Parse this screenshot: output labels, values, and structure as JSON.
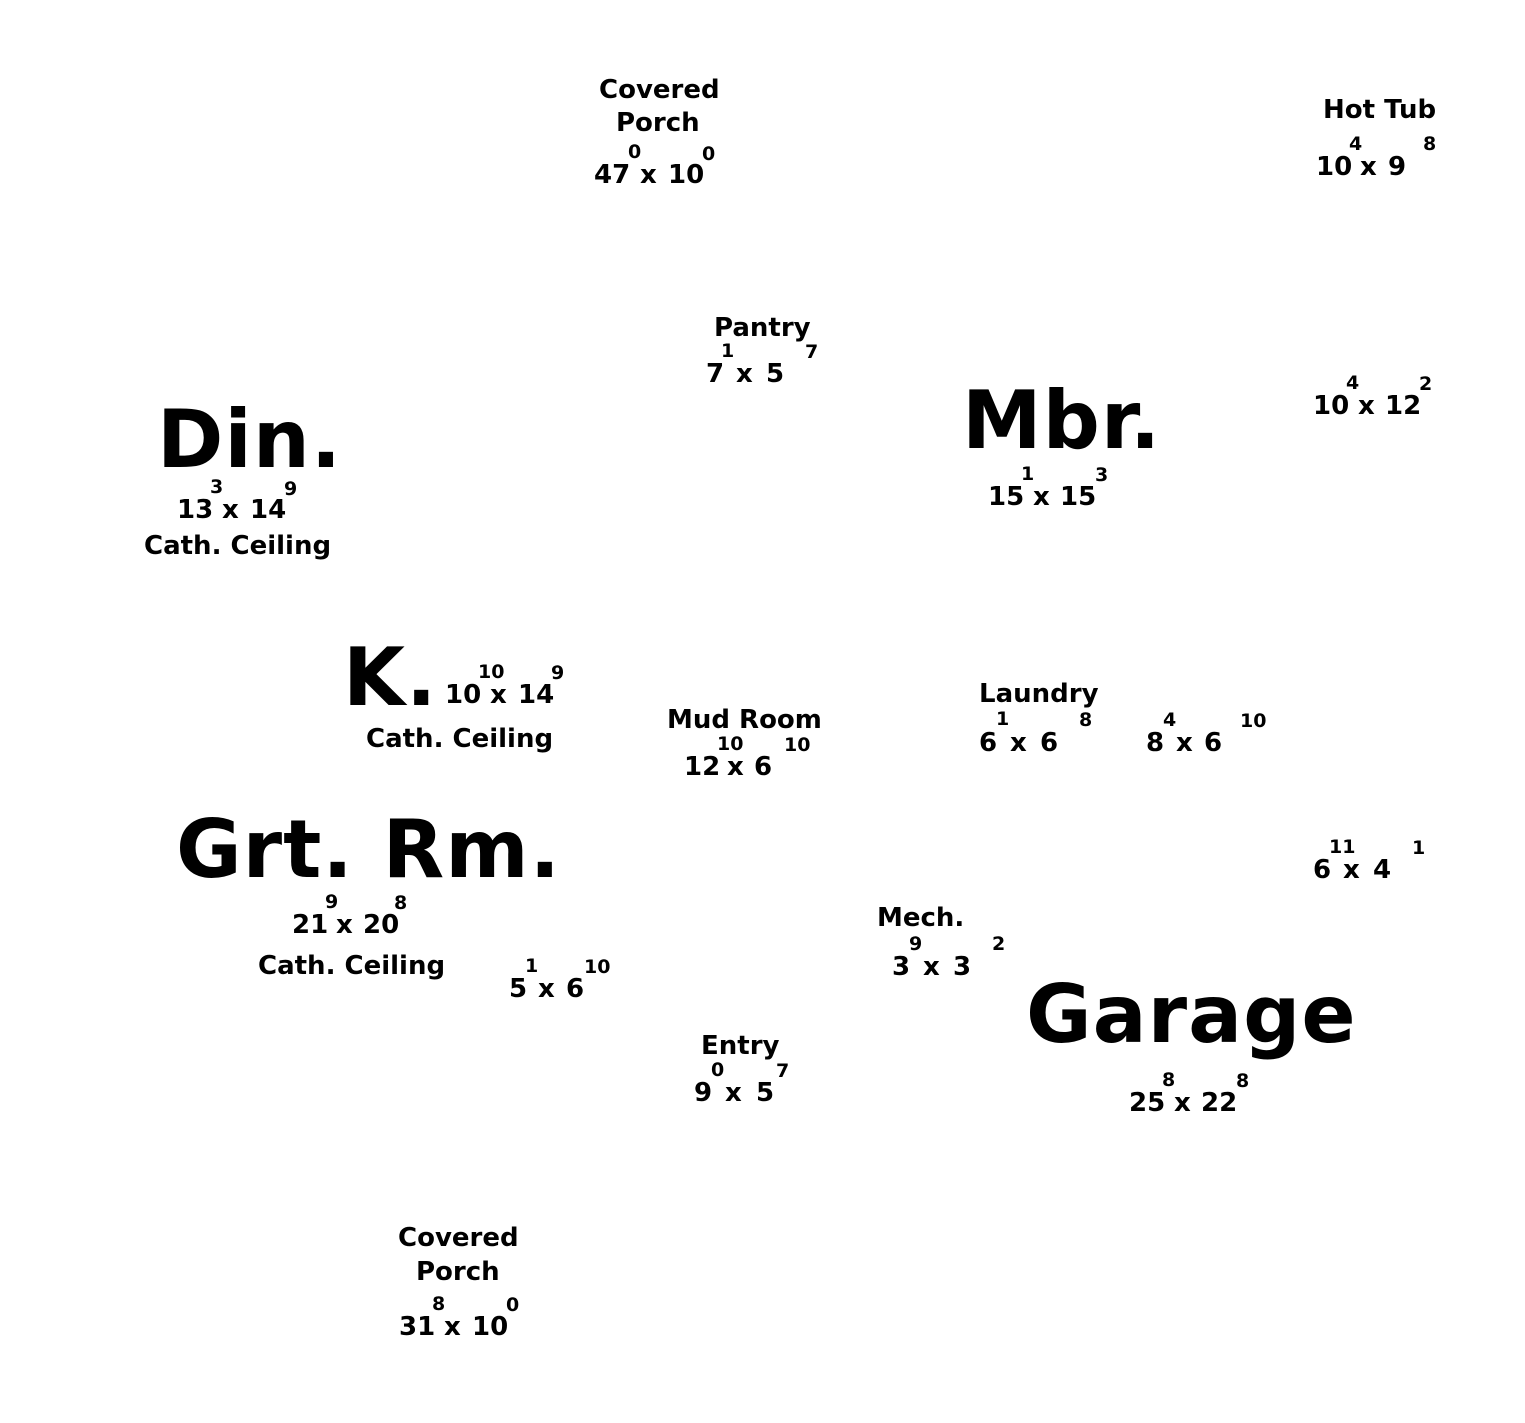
{
  "rooms": {
    "porch_top": {
      "name_line1": "Covered",
      "name_line2": "Porch",
      "w": "47",
      "w_in": "0",
      "x": "x",
      "d": "10",
      "d_in": "0"
    },
    "hot_tub": {
      "name": "Hot Tub",
      "w": "10",
      "w_in": "4",
      "x": "x",
      "d": "9",
      "d_in": "8"
    },
    "pantry": {
      "name": "Pantry",
      "w": "7",
      "w_in": "1",
      "x": "x",
      "d": "5",
      "d_in": "7"
    },
    "dining": {
      "name": "Din.",
      "w": "13",
      "w_in": "3",
      "x": "x",
      "d": "14",
      "d_in": "9",
      "note": "Cath. Ceiling"
    },
    "master_bedroom": {
      "name": "Mbr.",
      "w": "15",
      "w_in": "1",
      "x": "x",
      "d": "15",
      "d_in": "3"
    },
    "mbr_side": {
      "w": "10",
      "w_in": "4",
      "x": "x",
      "d": "12",
      "d_in": "2"
    },
    "kitchen": {
      "name": "K.",
      "w": "10",
      "w_in": "10",
      "x": "x",
      "d": "14",
      "d_in": "9",
      "note": "Cath. Ceiling"
    },
    "mud_room": {
      "name": "Mud Room",
      "w": "12",
      "w_in": "10",
      "x": "x",
      "d": "6",
      "d_in": "10"
    },
    "laundry": {
      "name": "Laundry",
      "w": "6",
      "w_in": "1",
      "x": "x",
      "d": "6",
      "d_in": "8"
    },
    "laundry_side": {
      "w": "8",
      "w_in": "4",
      "x": "x",
      "d": "6",
      "d_in": "10"
    },
    "great_room": {
      "name": "Grt. Rm.",
      "w": "21",
      "w_in": "9",
      "x": "x",
      "d": "20",
      "d_in": "8",
      "note": "Cath. Ceiling"
    },
    "closet_right": {
      "w": "6",
      "w_in": "11",
      "x": "x",
      "d": "4",
      "d_in": "1"
    },
    "mech": {
      "name": "Mech.",
      "w": "3",
      "w_in": "9",
      "x": "x",
      "d": "3",
      "d_in": "2"
    },
    "closet_grt": {
      "w": "5",
      "w_in": "1",
      "x": "x",
      "d": "6",
      "d_in": "10"
    },
    "garage": {
      "name": "Garage",
      "w": "25",
      "w_in": "8",
      "x": "x",
      "d": "22",
      "d_in": "8"
    },
    "entry": {
      "name": "Entry",
      "w": "9",
      "w_in": "0",
      "x": "x",
      "d": "5",
      "d_in": "7"
    },
    "porch_bottom": {
      "name_line1": "Covered",
      "name_line2": "Porch",
      "w": "31",
      "w_in": "8",
      "x": "x",
      "d": "10",
      "d_in": "0"
    }
  }
}
